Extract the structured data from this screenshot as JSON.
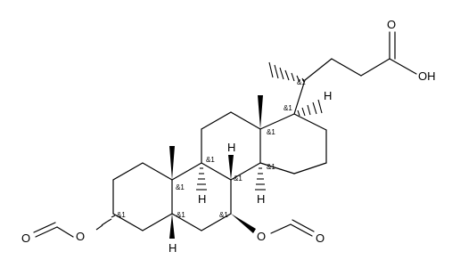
{
  "molecule": {
    "labels": {
      "carboxylic_acid": "OH",
      "acid_carbonyl_o": "O",
      "ester_o_left": "O",
      "ester_carbonyl_o_left": "O",
      "ester_o_right": "O",
      "ester_carbonyl_o_right": "O",
      "h_c5": "H",
      "h_c8": "H",
      "h_c9": "H",
      "h_c14": "H",
      "h_c17": "H"
    },
    "stereo_label": "&1"
  }
}
